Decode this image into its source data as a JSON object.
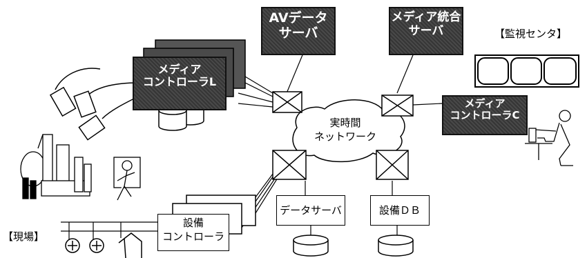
{
  "labels": {
    "av_server": [
      "AVデータ",
      "サーバ"
    ],
    "media_integration_server": [
      "メディア統合",
      "サーバ"
    ],
    "monitoring_center": "【監視センタ】",
    "media_controller_l": [
      "メディア",
      "コントローラL"
    ],
    "realtime_network": [
      "実時間",
      "ネットワーク"
    ],
    "media_controller_c": [
      "メディア",
      "コントローラC"
    ],
    "data_server": "データサーバ",
    "equipment_db": "設備ＤＢ",
    "equipment_controller": [
      "設備",
      "コントローラ"
    ],
    "field_site": "【現場】"
  },
  "colors": {
    "dark_box": "#3a3a3a",
    "line": "#000000",
    "background": "#ffffff"
  },
  "icons": [
    "camera-icon",
    "database-icon",
    "monitor-icon",
    "switch-icon",
    "operator-icon",
    "plant-icon",
    "worker-icon",
    "valve-icon"
  ]
}
